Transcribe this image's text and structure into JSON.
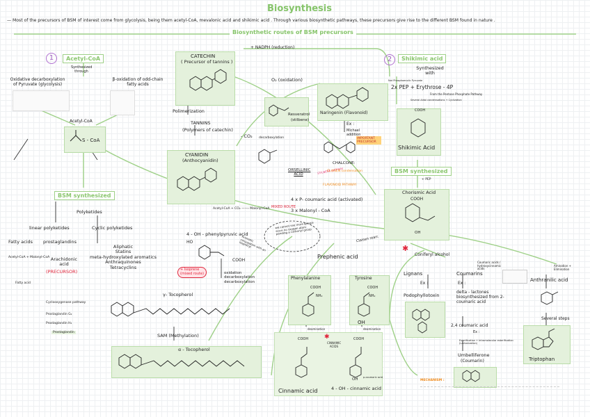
{
  "title": "Biosynthesis",
  "intro": "— Most of the precursors of BSM of interest come from glycolysis, being them acetyl-CoA, mevalonic acid and shikimic acid . Through various biosynthetic pathways, these precursors give rise to the different BSM found in nature .",
  "routes_heading": "Biosynthetic routes of BSM precursors",
  "acetyl": {
    "number": "1",
    "label": "Acetyl-CoA",
    "synth_through": "Synthesized through",
    "oxidative": "Oxidative decarboxylation of Pyruvate (glycolysis)",
    "beta": "β-oxidation of odd-chain fatty acids",
    "acetyl_coa": "Acetyl-CoA",
    "s_coa": "S - CoA"
  },
  "bsm_left": {
    "label": "BSM synthesized",
    "polyketides": "Polyketides",
    "linear": "linear polyketides",
    "cyclic": "Cyclic polyketides",
    "fatty": "Fatty acids",
    "prostaglandins": "prostaglandins",
    "arachidonic": "Arachidonic acid",
    "precursor": "(PRECURSOR)",
    "cyclic_list": [
      "Aliphatic",
      "Statins",
      "meta-hydroxylated aromatics",
      "Anthraquinones",
      "Tetracyclins"
    ],
    "acetyl_malonyl": "Acetyl-CoA + Malonyl-CoA",
    "fatty_acid": "Fatty acid",
    "cyclooxygenase": "Cyclooxygenase pathway",
    "prostaglandin_g2": "Prostaglandin G₂",
    "prostaglandin_h2": "Prostaglandin H₂",
    "prostaglandin": "Prostaglandin"
  },
  "middle": {
    "nadph": "+ NADPH (reduction)",
    "catechin": "CATECHIN",
    "catechin_sub": "( Precursor of tannins )",
    "polimerization": "Polimerization",
    "tannins": "TANNINS",
    "tannins_sub": "(Polymers of catechin)",
    "cyanidin": "CYANIDIN",
    "cyanidin_sub": "(Anthocyanidin)",
    "o2": "O₂ (oxidation)",
    "resveratrol": "Resveratrol",
    "stilbene": "(stilbene)",
    "naringenin": "Naringenin (Flavonoid)",
    "ex": "Ex :",
    "michael": "Michael addition",
    "co2": "- CO₂",
    "decarboxylation": "decarboxylation",
    "chalcone": "CHALCONE:",
    "important": "IMPORTANT PRECURSOR",
    "orsellinic": "ORSELLINIC ACID",
    "claisen": "CLAISEN condensation",
    "stilbene_path": "STILBENE pathway",
    "flavonoid_path": "FLAVONOID PATHWAY",
    "coumaric": "4 x  P- coumaric acid (activated)",
    "malonyl": "3 x        Malonyl - CoA",
    "acetyl_malonyl": "Acetyl-CoA + CO₂ ——› Malonyl-CoA",
    "mixed": "MIXED ROUTE",
    "hppa": "4 - OH - phenylpyruvic acid",
    "isoprene": "+ Isoprene",
    "isoprene_sub": "(mixed route)",
    "oxidation_list": [
      "oxidation",
      "decarboxylation",
      "decarboxylation"
    ],
    "tocopherol_g": "γ- Tocopherol",
    "sam": "SAM (Methylation)",
    "tocopherol_a": "α - Tocopherol",
    "cooh": "COOH",
    "ho": "HO"
  },
  "shikimic": {
    "number": "2",
    "label": "Shikimic acid",
    "synth_with": "Synthesized with",
    "pep_label": "Not Phosphoenolic Pyruvate",
    "pep": "2x PEP + Erythrose - 4P",
    "pentose": "From the Pentose Phosphate Pathway",
    "aldol": "Several Aldol condensations + Cyclization",
    "shikimic_acid": "Shikimic Acid",
    "bsm": "BSM synthesized",
    "plus_pep": "+ PEP",
    "oh": "OH",
    "chorismic": "Chorismic Acid",
    "cooh": "COOH"
  },
  "lower": {
    "note": "we cannot see more groups since no oxygen atom pending a carbonyl group",
    "aromatic": "Aromatic conjugation with an isoprenyl",
    "claisen_rearr": "Claisen rearr.",
    "prephenic": "Prephenic acid",
    "phenylalanine": "Phenylalanine",
    "tyrosine": "Tyrosine",
    "nh2": "NH₂",
    "cooh": "COOH",
    "oh": "OH",
    "deamination": "deamination",
    "cinnamic_acids": "CINNAMIC ACIDS",
    "cinnamic": "Cinnamic acid",
    "oh_cinnamic": "4 - OH - cinnamic acid",
    "p_coumaric": "p-coumaric acid",
    "coniferyl": "Coniferyl alcohol",
    "lignans": "Lignans",
    "podophyllotoxin": "Podophyllotoxin",
    "coumarins": "Coumarins",
    "coumaric_note": "Coumaric acids / hydroxycinnamic acids",
    "delta": "delta - lactones biosynthesized from 2- coumaric acid",
    "coumaric24": "2,4 coumaric acid",
    "esterification": "Esterification + Intramolecular esterification (Lactonization)",
    "umbelliferone": "Umbelliferone",
    "coumarin": "(Coumarin)",
    "mechanism": "MECHANISM :",
    "anthranilic": "Anthranilic acid",
    "amination": "Amination + Elimination",
    "several": "Several steps",
    "triptophan": "Triptophan",
    "ex": "Ex :"
  },
  "colors": {
    "accent": "#86c46a",
    "box": "#e4f1dc",
    "red": "#e0253b",
    "orange": "#f08a1a",
    "purple": "#b070d0"
  }
}
